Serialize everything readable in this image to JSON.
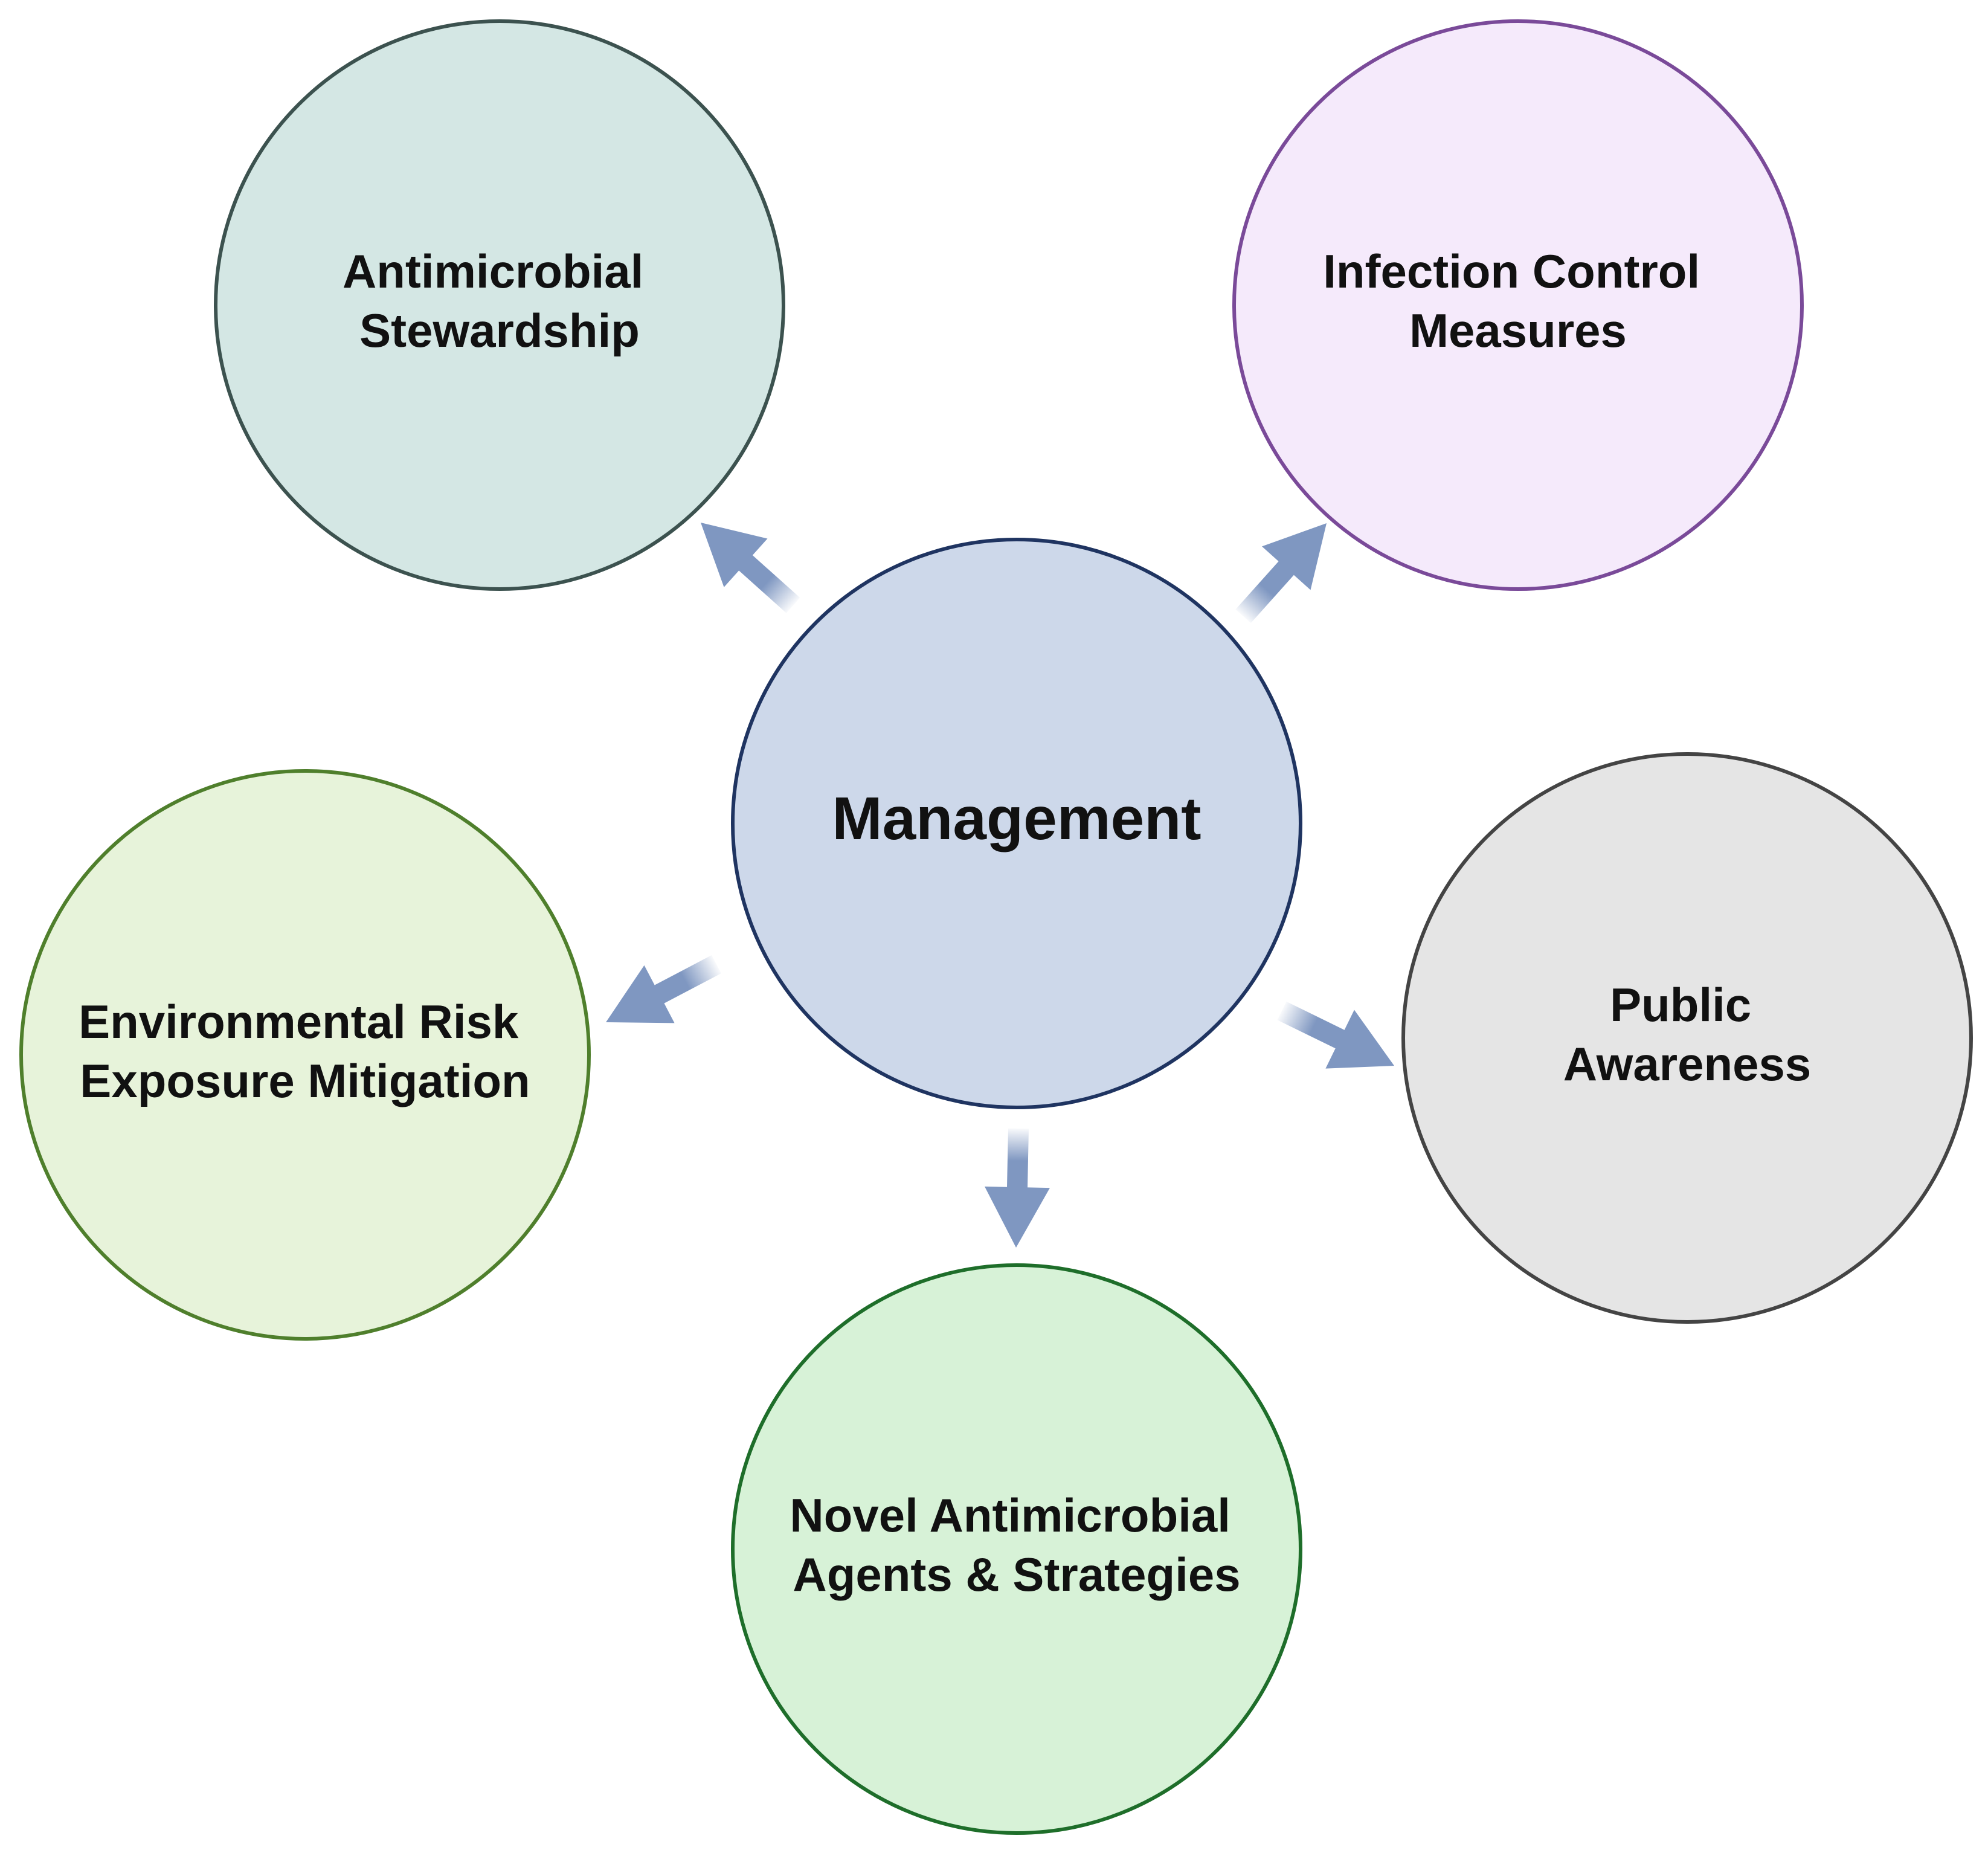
{
  "diagram": {
    "center": {
      "label_lines": [
        "Management"
      ],
      "fill": "#cdd8ea",
      "stroke": "#1f3461"
    },
    "nodes": [
      {
        "id": "antimicrobial-stewardship",
        "label_lines": [
          "Antimicrobial",
          "Stewardship"
        ],
        "fill": "#d4e7e4",
        "stroke": "#3c524f"
      },
      {
        "id": "infection-control-measures",
        "label_lines": [
          "Infection Control",
          "Measures"
        ],
        "fill": "#f5eafb",
        "stroke": "#7a4a99"
      },
      {
        "id": "environmental-risk-exposure-mitigation",
        "label_lines": [
          "Environmental Risk",
          "Exposure Mitigation"
        ],
        "fill": "#e7f3da",
        "stroke": "#4f7f2c"
      },
      {
        "id": "public-awareness",
        "label_lines": [
          "Public",
          "Awareness"
        ],
        "fill": "#e5e5e5",
        "stroke": "#444444"
      },
      {
        "id": "novel-antimicrobial-agents-strategies",
        "label_lines": [
          "Novel Antimicrobial",
          "Agents & Strategies"
        ],
        "fill": "#d7f2d7",
        "stroke": "#1e6e2a"
      }
    ],
    "arrow_color": "#7f97c1"
  }
}
